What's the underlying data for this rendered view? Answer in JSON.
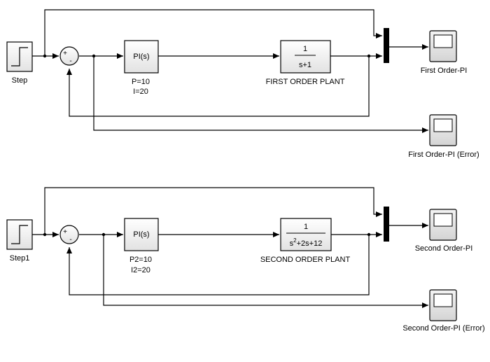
{
  "diagram_1": {
    "step_label": "Step",
    "pi_block": "PI(s)",
    "pi_param_p": "P=10",
    "pi_param_i": "I=20",
    "plant_numerator": "1",
    "plant_denominator": "s+1",
    "plant_label": "FIRST ORDER PLANT",
    "scope_label": "First Order-PI",
    "error_scope_label": "First Order-PI (Error)",
    "sum_plus": "+",
    "sum_minus": "-"
  },
  "diagram_2": {
    "step_label": "Step1",
    "pi_block": "PI(s)",
    "pi_param_p": "P2=10",
    "pi_param_i": "I2=20",
    "plant_numerator": "1",
    "plant_denominator_s": "s",
    "plant_denominator_exp": "2",
    "plant_denominator_rest": "+2s+12",
    "plant_label": "SECOND ORDER PLANT",
    "scope_label": "Second Order-PI",
    "error_scope_label": "Second Order-PI (Error)",
    "sum_plus": "+",
    "sum_minus": "-"
  }
}
